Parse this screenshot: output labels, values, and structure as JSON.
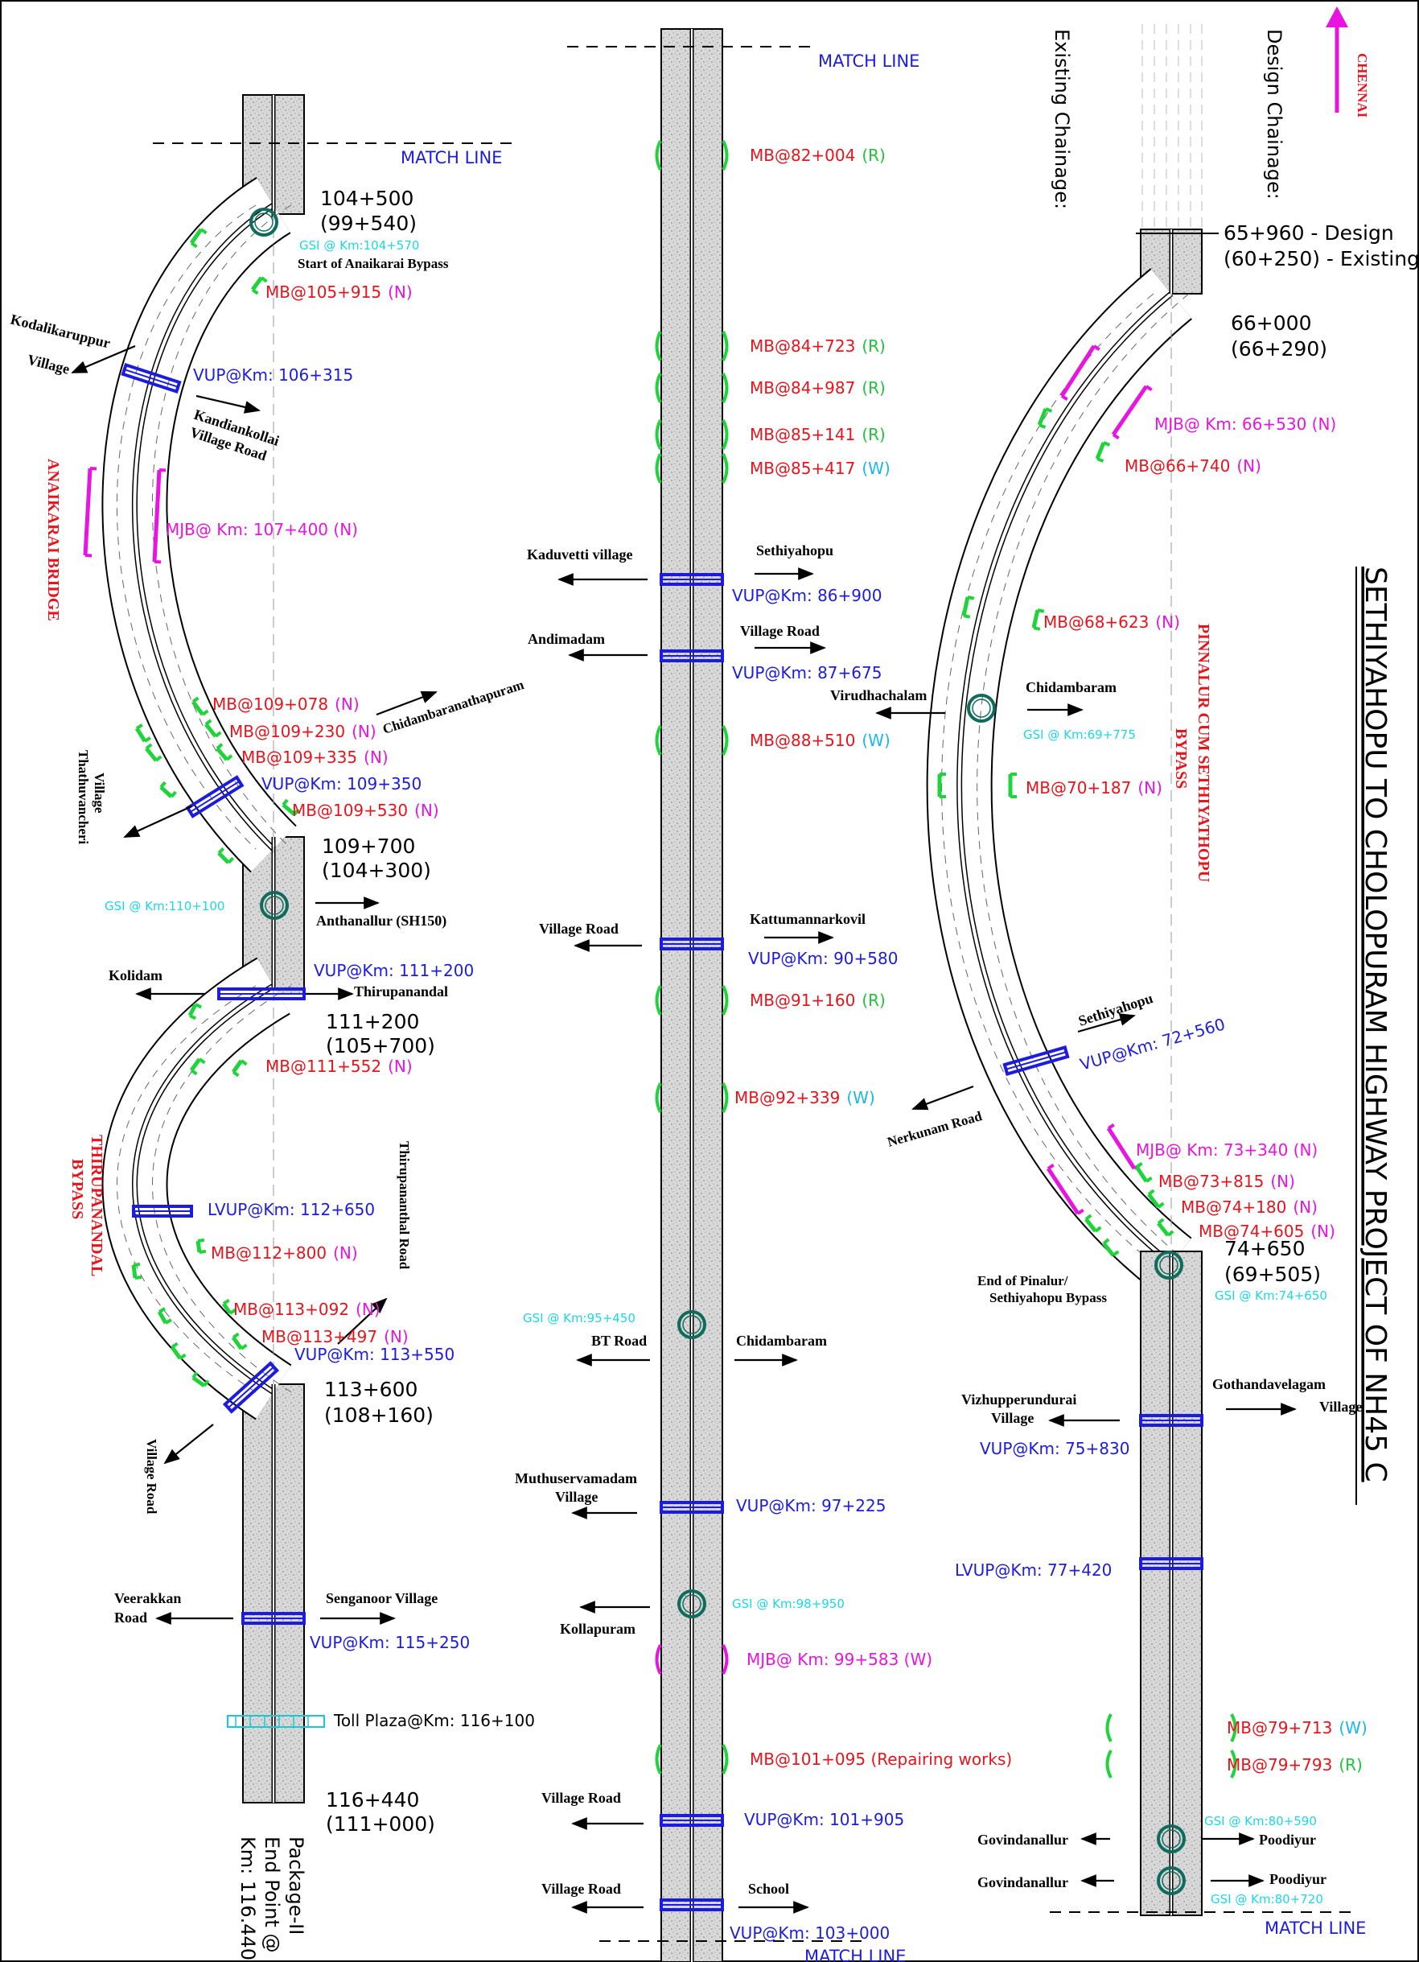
{
  "title": "SETHIYAHOPU TO CHOLOPURAM HIGHWAY PROJECT OF NH45 C",
  "north_arrow": {
    "label": "CHENNAI"
  },
  "chainage_legend": {
    "design": "Design Chainage:",
    "existing": "Existing Chainage:"
  },
  "colors": {
    "mb_label": "#e8141c",
    "mb_bracket": "#1fd43a",
    "mjb": "#e815e0",
    "vup": "#1c1ce0",
    "gsi": "#1ad8e8",
    "gsi_circle": "#0f6b5c",
    "road_fill": "#d8d8d8",
    "bypass_label": "#e8141c",
    "code_r": "#1fc43a",
    "code_w": "#1ab8e8",
    "code_n": "#e815e0"
  },
  "match_line": "MATCH LINE",
  "left_strip": {
    "chainages": [
      {
        "design": "104+500",
        "existing": "(99+540)"
      },
      {
        "design": "109+700",
        "existing": "(104+300)"
      },
      {
        "design": "111+200",
        "existing": "(105+700)"
      },
      {
        "design": "113+600",
        "existing": "(108+160)"
      },
      {
        "design": "116+440",
        "existing": "(111+000)"
      }
    ],
    "bypass_labels": [
      "ANAIKARAI BRIDGE",
      "THIRUPANANDAL",
      "BYPASS"
    ],
    "items": [
      {
        "type": "gsi",
        "text": "GSI @ Km:104+570"
      },
      {
        "type": "note",
        "text": "Start of Anaikarai Bypass"
      },
      {
        "type": "mb",
        "text": "MB@105+915",
        "code": "(N)"
      },
      {
        "type": "vup",
        "text": "VUP@Km: 106+315"
      },
      {
        "type": "mjb",
        "text": "MJB@ Km: 107+400 (N)"
      },
      {
        "type": "mb",
        "text": "MB@109+078",
        "code": "(N)"
      },
      {
        "type": "mb",
        "text": "MB@109+230",
        "code": "(N)"
      },
      {
        "type": "mb",
        "text": "MB@109+335",
        "code": "(N)"
      },
      {
        "type": "vup",
        "text": "VUP@Km: 109+350"
      },
      {
        "type": "mb",
        "text": "MB@109+530",
        "code": "(N)"
      },
      {
        "type": "gsi",
        "text": "GSI @ Km:110+100"
      },
      {
        "type": "vup",
        "text": "VUP@Km: 111+200"
      },
      {
        "type": "mb",
        "text": "MB@111+552",
        "code": "(N)"
      },
      {
        "type": "vup",
        "text": "LVUP@Km: 112+650"
      },
      {
        "type": "mb",
        "text": "MB@112+800",
        "code": "(N)"
      },
      {
        "type": "mb",
        "text": "MB@113+092",
        "code": "(N)"
      },
      {
        "type": "mb",
        "text": "MB@113+497",
        "code": "(N)"
      },
      {
        "type": "vup",
        "text": "VUP@Km: 113+550"
      },
      {
        "type": "vup",
        "text": "VUP@Km: 115+250"
      },
      {
        "type": "toll",
        "text": "Toll Plaza@Km: 116+100"
      }
    ],
    "places": [
      "Kodalikaruppur",
      "Village",
      "Kandiankollai",
      "Village Road",
      "Chidambaranathapuram",
      "Thathuvancheri",
      "Village",
      "Anthanallur (SH150)",
      "Kolidam",
      "Thirupanandal",
      "Thirupananthal Road",
      "Village Road",
      "Veerakkan",
      "Road",
      "Senganoor Village"
    ],
    "end_note": [
      "Package-II",
      "End Point @",
      "Km: 116.440"
    ]
  },
  "mid_strip": {
    "items": [
      {
        "type": "mb",
        "text": "MB@82+004",
        "code": "(R)"
      },
      {
        "type": "mb",
        "text": "MB@84+723",
        "code": "(R)"
      },
      {
        "type": "mb",
        "text": "MB@84+987",
        "code": "(R)"
      },
      {
        "type": "mb",
        "text": "MB@85+141",
        "code": "(R)"
      },
      {
        "type": "mb",
        "text": "MB@85+417",
        "code": "(W)"
      },
      {
        "type": "vup",
        "text": "VUP@Km: 86+900"
      },
      {
        "type": "vup",
        "text": "VUP@Km: 87+675"
      },
      {
        "type": "mb",
        "text": "MB@88+510",
        "code": "(W)"
      },
      {
        "type": "vup",
        "text": "VUP@Km: 90+580"
      },
      {
        "type": "mb",
        "text": "MB@91+160",
        "code": "(R)"
      },
      {
        "type": "mb",
        "text": "MB@92+339",
        "code": "(W)"
      },
      {
        "type": "gsi",
        "text": "GSI @ Km:95+450"
      },
      {
        "type": "vup",
        "text": "VUP@Km: 97+225"
      },
      {
        "type": "gsi",
        "text": "GSI @ Km:98+950"
      },
      {
        "type": "mjb",
        "text": "MJB@ Km: 99+583 (W)"
      },
      {
        "type": "mb",
        "text": "MB@101+095 (Repairing works)",
        "code": ""
      },
      {
        "type": "vup",
        "text": "VUP@Km: 101+905"
      },
      {
        "type": "vup",
        "text": "VUP@Km: 103+000"
      }
    ],
    "places": [
      "Kaduvetti village",
      "Sethiyahopu",
      "Andimadam",
      "Village Road",
      "Village Road",
      "Kattumannarkovil",
      "BT Road",
      "Chidambaram",
      "Muthuservamadam",
      "Village",
      "Kollapuram",
      "Village Road",
      "Village Road",
      "School"
    ]
  },
  "right_strip": {
    "chainages": [
      {
        "design": "65+960 - Design",
        "existing": "(60+250) - Existing"
      },
      {
        "design": "66+000",
        "existing": "(66+290)"
      },
      {
        "design": "74+650",
        "existing": "(69+505)"
      }
    ],
    "bypass_labels": [
      "PINNALUR CUM SETHIYATHOPU",
      "BYPASS"
    ],
    "items": [
      {
        "type": "mjb",
        "text": "MJB@ Km: 66+530 (N)"
      },
      {
        "type": "mb",
        "text": "MB@66+740",
        "code": "(N)"
      },
      {
        "type": "mb",
        "text": "MB@68+623",
        "code": "(N)"
      },
      {
        "type": "gsi",
        "text": "GSI @ Km:69+775"
      },
      {
        "type": "mb",
        "text": "MB@70+187",
        "code": "(N)"
      },
      {
        "type": "vup",
        "text": "VUP@Km: 72+560"
      },
      {
        "type": "mjb",
        "text": "MJB@ Km: 73+340 (N)"
      },
      {
        "type": "mb",
        "text": "MB@73+815",
        "code": "(N)"
      },
      {
        "type": "mb",
        "text": "MB@74+180",
        "code": "(N)"
      },
      {
        "type": "mb",
        "text": "MB@74+605",
        "code": "(N)"
      },
      {
        "type": "gsi",
        "text": "GSI @ Km:74+650"
      },
      {
        "type": "vup",
        "text": "VUP@Km: 75+830"
      },
      {
        "type": "vup",
        "text": "LVUP@Km: 77+420"
      },
      {
        "type": "mb",
        "text": "MB@79+713",
        "code": "(W)"
      },
      {
        "type": "mb",
        "text": "MB@79+793",
        "code": "(R)"
      },
      {
        "type": "gsi",
        "text": "GSI @ Km:80+590"
      },
      {
        "type": "gsi",
        "text": "GSI @ Km:80+720"
      }
    ],
    "places": [
      "Virudhachalam",
      "Chidambaram",
      "Sethiyahopu",
      "Nerkunam Road",
      "End of Pinalur/",
      "Sethiyahopu Bypass",
      "Vizhupperundurai",
      "Village",
      "Gothandavelagam",
      "Village",
      "Govindanallur",
      "Poodiyur",
      "Govindanallur",
      "Poodiyur"
    ]
  }
}
